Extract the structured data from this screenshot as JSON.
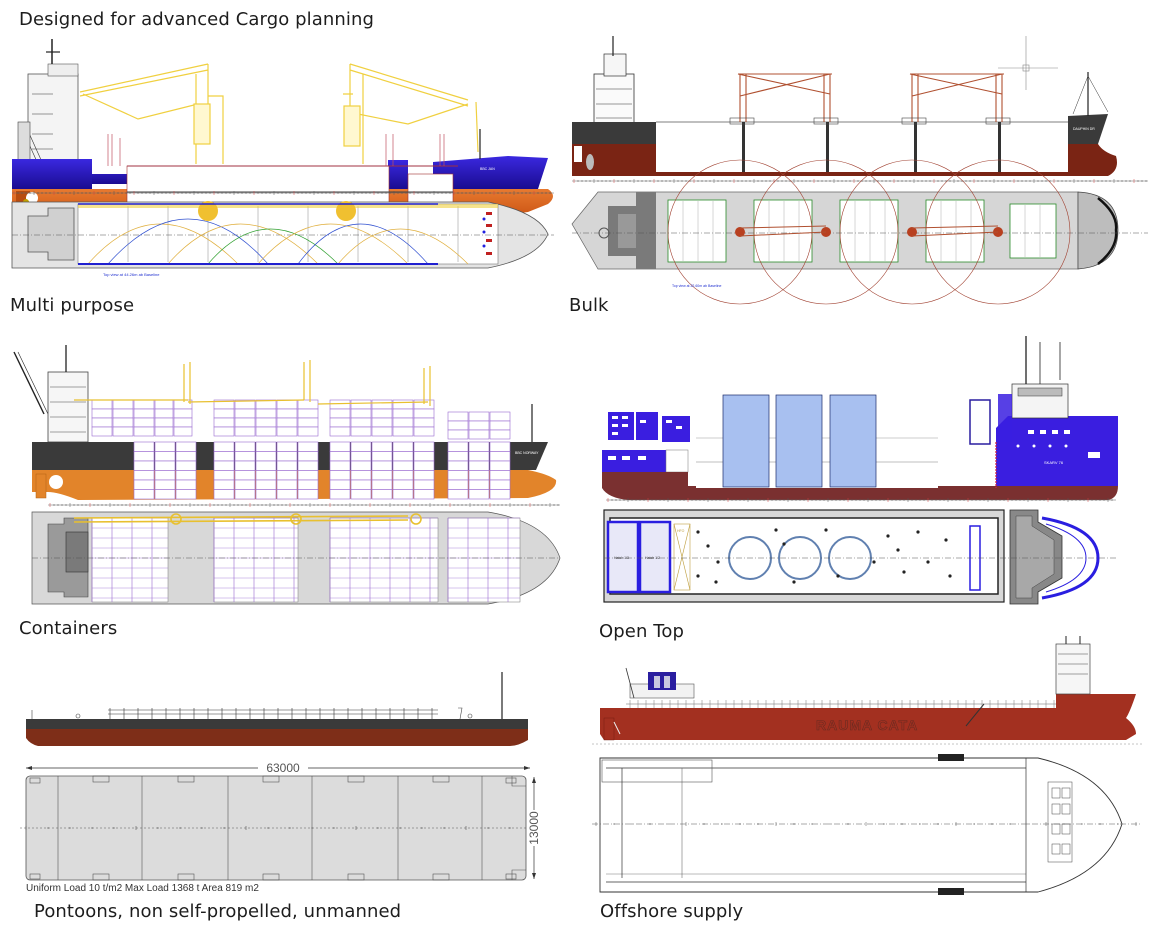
{
  "page": {
    "heading": "Designed for advanced Cargo planning"
  },
  "colors": {
    "mp_upper": "#2a18c8",
    "mp_lower": "#e06a1e",
    "crane_yellow": "#f0d040",
    "bulk_hull": "#7a2414",
    "bulk_top": "#3a3a3a",
    "container_hull": "#e2842a",
    "container_top": "#3a3a3a",
    "container_box": "#9a6ad0",
    "opentop_blue": "#3a1ee0",
    "opentop_hull": "#7a3030",
    "opentop_box": "#a8c0f0",
    "pontoon_hull": "#7e2e18",
    "pontoon_deck": "#dcdcdc",
    "offshore_hull": "#a33020",
    "deck_grey": "#d8d8d8"
  },
  "vessels": [
    {
      "title": "Multi purpose",
      "ship_name": "BBC JAN",
      "top_view_note": "Top view at 44.26m ab Baseline"
    },
    {
      "title": "Bulk",
      "ship_name": "DAUPHIN DR",
      "top_view_note": "Top view at 22.60m ab Baseline"
    },
    {
      "title": "Containers",
      "ship_name": "BBC NORWAY"
    },
    {
      "title": "Open Top",
      "ship_name": "SKARV 76",
      "hatch_labels": [
        "Hatch 1/3",
        "Hatch 1/2"
      ],
      "hfo_label": "HFO"
    },
    {
      "title": "Pontoons, non self-propelled, unmanned",
      "length_dim": "63000",
      "width_dim": "13000",
      "load_note": "Uniform Load 10 t/m2 Max Load 1368 t Area 819 m2"
    },
    {
      "title": "Offshore supply",
      "hull_logo": "RAUMA CATA"
    }
  ]
}
